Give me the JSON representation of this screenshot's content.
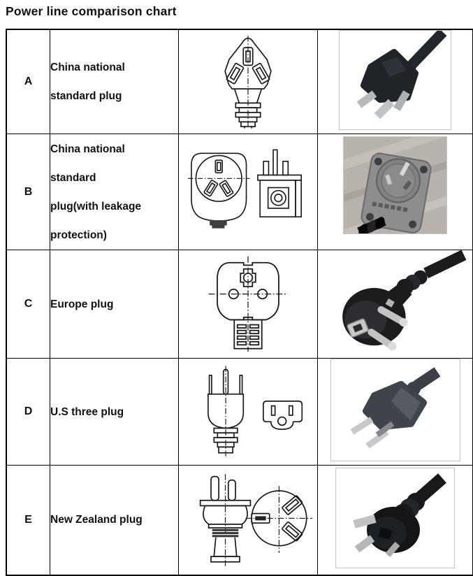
{
  "title": "Power line comparison chart",
  "colors": {
    "table_border": "#000000",
    "text": "#111111",
    "line_art": "#1a1a1a",
    "photo_frame": "#c4c4c4",
    "plug_black": "#1b1c1e",
    "pin_silver": "#c0c2c4"
  },
  "table": {
    "rows": [
      {
        "id": "A",
        "name": "China national\nstandard plug",
        "diagram_icon": "china-standard-plug-line-drawing",
        "photo_icon": "china-standard-plug-photo"
      },
      {
        "id": "B",
        "name": "China national\nstandard\nplug(with leakage\nprotection)",
        "diagram_icon": "china-leakage-protection-plug-line-drawing",
        "photo_icon": "china-leakage-protection-plug-photo"
      },
      {
        "id": "C",
        "name": "Europe plug",
        "diagram_icon": "europe-plug-line-drawing",
        "photo_icon": "europe-plug-photo"
      },
      {
        "id": "D",
        "name": "U.S three plug",
        "diagram_icon": "us-three-plug-line-drawing",
        "photo_icon": "us-three-plug-photo"
      },
      {
        "id": "E",
        "name": "New Zealand plug",
        "diagram_icon": "new-zealand-plug-line-drawing",
        "photo_icon": "new-zealand-plug-photo"
      }
    ]
  }
}
